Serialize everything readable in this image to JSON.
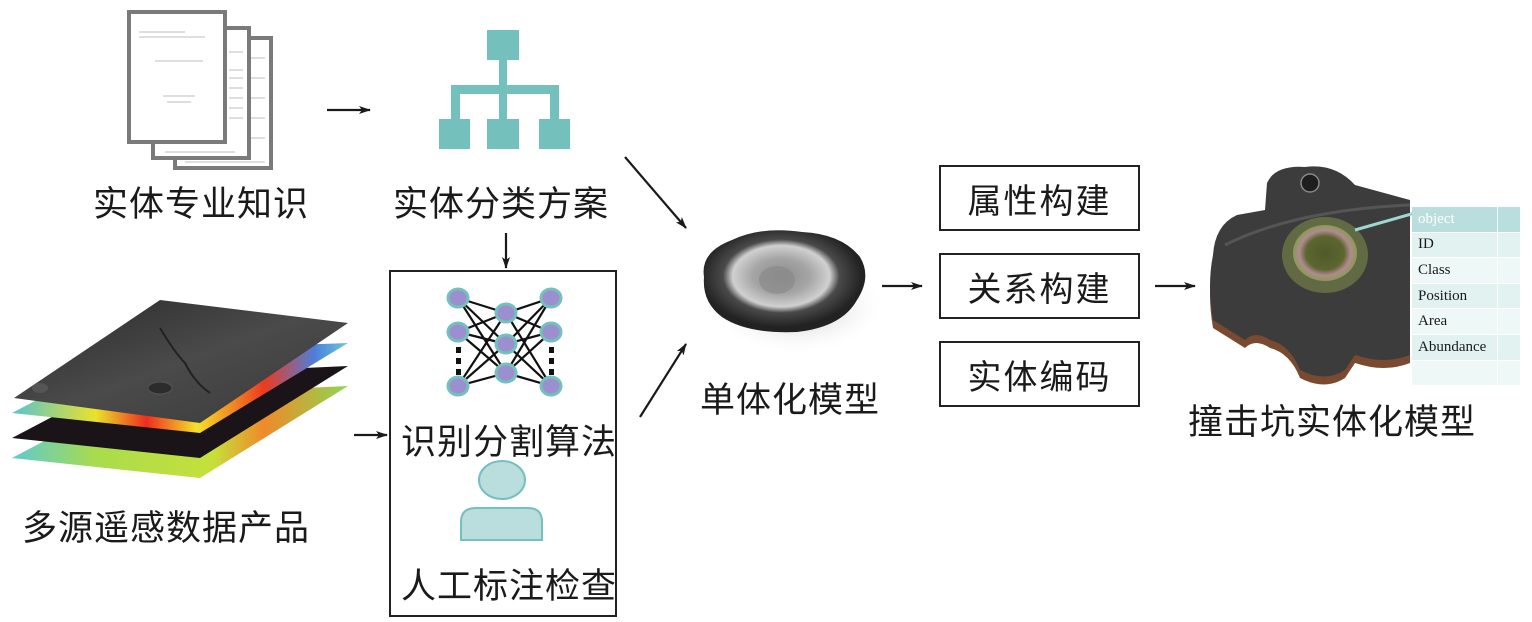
{
  "nodes": {
    "domain_knowledge": {
      "label": "实体专业知识",
      "icon": "documents-icon"
    },
    "classification_scheme": {
      "label": "实体分类方案",
      "icon": "hierarchy-icon"
    },
    "remote_sensing": {
      "label": "多源遥感数据产品",
      "icon": "layered-maps-icon"
    },
    "recognition": {
      "label": "识别分割算法",
      "icon": "neural-network-icon"
    },
    "manual_check": {
      "label": "人工标注检查",
      "icon": "person-icon"
    },
    "single_model": {
      "label": "单体化模型",
      "icon": "crater-icon"
    },
    "construction_steps": [
      "属性构建",
      "关系构建",
      "实体编码"
    ],
    "entity_model": {
      "label": "撞击坑实体化模型",
      "icon": "crater-terrain-icon"
    }
  },
  "attribute_table": {
    "header": "object",
    "rows": [
      "ID",
      "Class",
      "Position",
      "Area",
      "Abundance",
      ""
    ]
  },
  "colors": {
    "teal": "#74c0bc",
    "teal_light": "#b9dedd",
    "node_purple": "#9b8fd0",
    "line": "#1a1a1a"
  }
}
